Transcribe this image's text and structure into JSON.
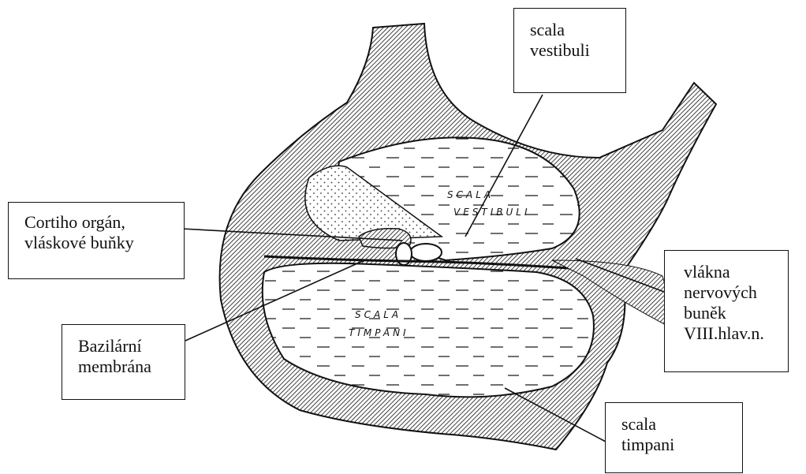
{
  "labels": {
    "scala_vestibuli": {
      "line1": "scala",
      "line2": "vestibuli"
    },
    "cortiho_organ": {
      "line1": "Cortiho orgán,",
      "line2": "vláskové buňky"
    },
    "bazilarni_membrana": {
      "line1": "Bazilární",
      "line2": "membrána"
    },
    "vlakna_nervovych": {
      "line1": "vlákna",
      "line2": "nervových",
      "line3": "buněk",
      "line4": "VIII.hlav.n."
    },
    "scala_timpani": {
      "line1": "scala",
      "line2": "timpani"
    }
  },
  "drawing_text": {
    "upper_chamber_line1": "SCALA",
    "upper_chamber_line2": "VESTIBULI",
    "lower_chamber_line1": "SCALA",
    "lower_chamber_line2": "TIMPANI"
  },
  "colors": {
    "ink": "#111111",
    "bone_fill": "#a9a9a9",
    "fluid_fill": "#ffffff"
  }
}
